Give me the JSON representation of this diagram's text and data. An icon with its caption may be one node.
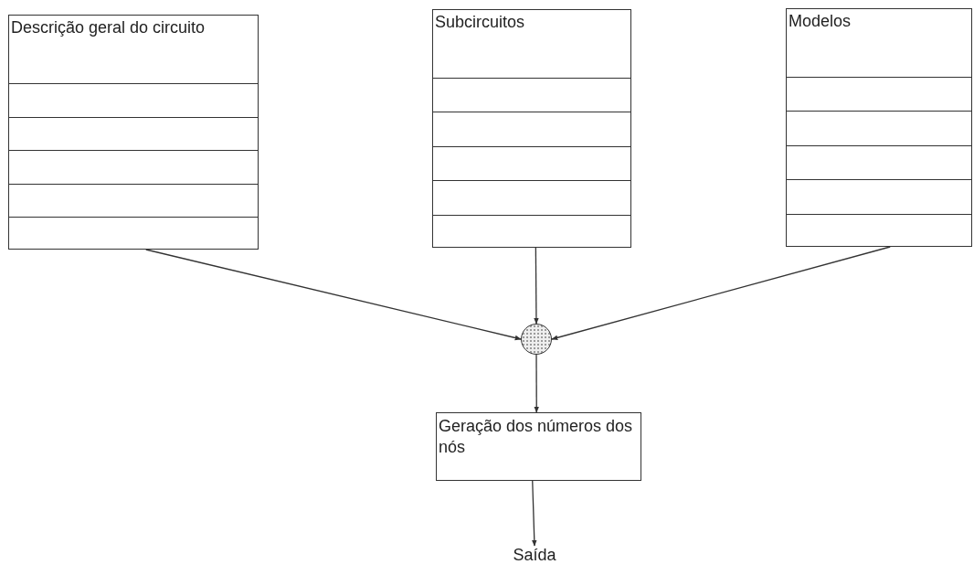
{
  "diagram": {
    "nodes": [
      {
        "text": [
          "Descrição geral do circuito"
        ]
      },
      {
        "text": [
          "Subcircuitos"
        ]
      },
      {
        "text": [
          "Modelos"
        ]
      },
      {
        "text": [],
        "shape": "circle"
      },
      {
        "text": [
          "Geração dos números dos nós"
        ]
      },
      {
        "text": [
          "Saída"
        ]
      }
    ],
    "edges": [
      {
        "from": 0,
        "to": 3,
        "arrow": "to"
      },
      {
        "from": 1,
        "to": 3,
        "arrow": "to"
      },
      {
        "from": 2,
        "to": 3,
        "arrow": "to"
      },
      {
        "from": 3,
        "to": 4,
        "arrow": "to"
      },
      {
        "from": 4,
        "to": 5,
        "arrow": "to"
      }
    ]
  }
}
